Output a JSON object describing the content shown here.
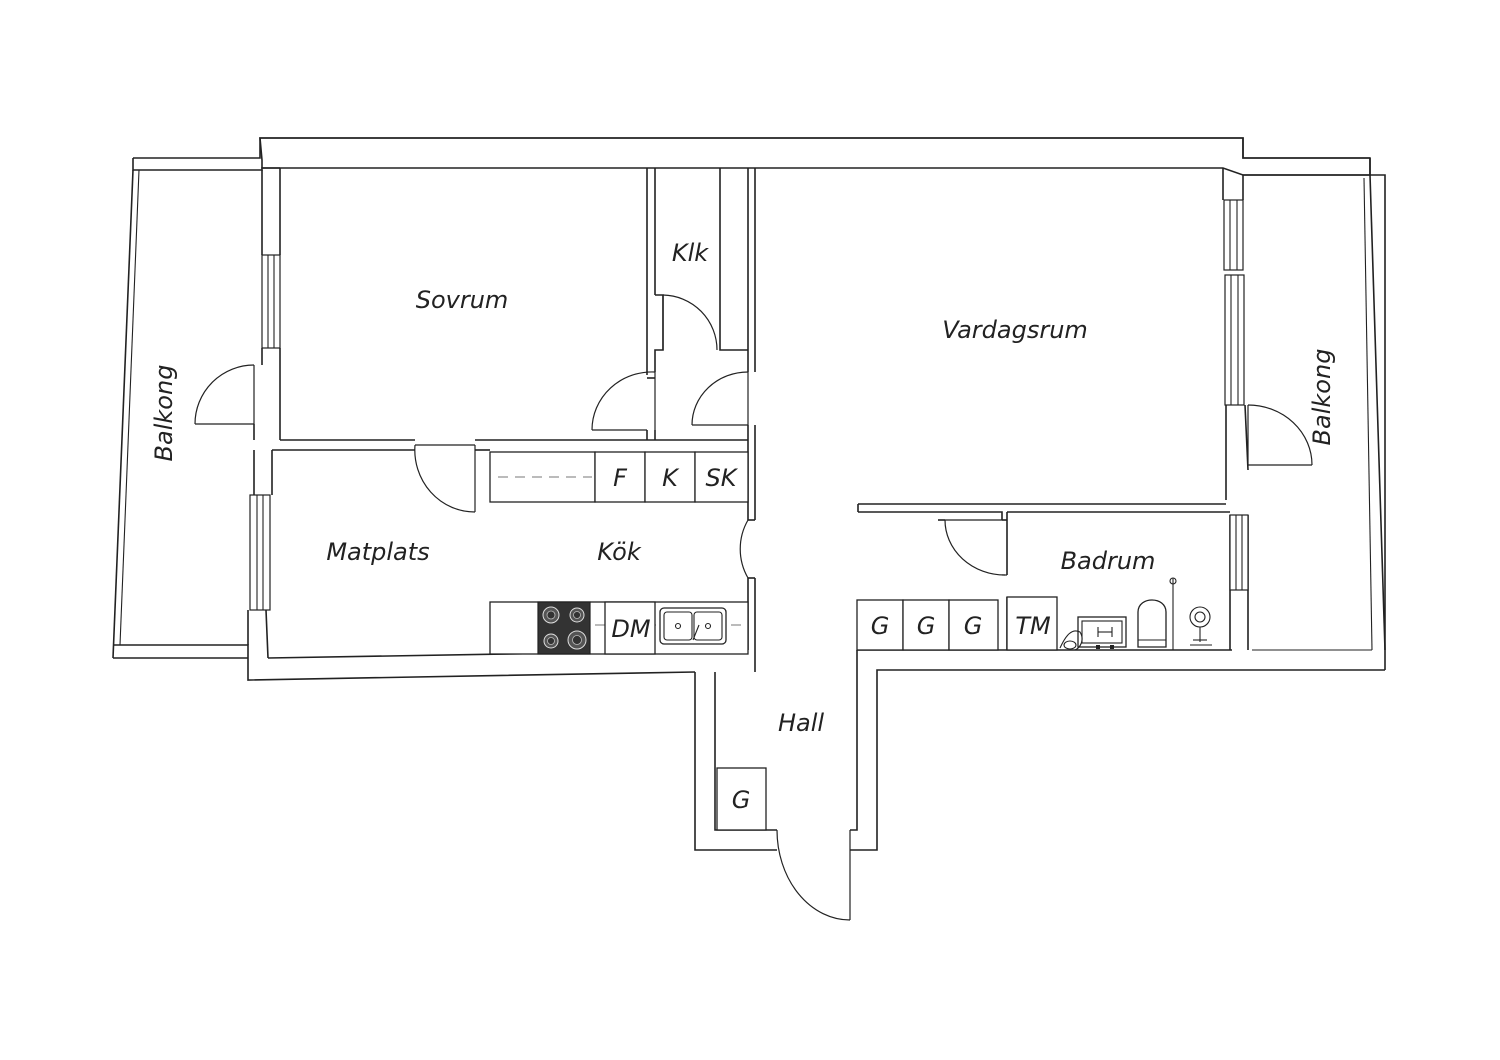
{
  "rooms": {
    "balkong_left": "Balkong",
    "sovrum": "Sovrum",
    "klk": "Klk",
    "vardagsrum": "Vardagsrum",
    "balkong_right": "Balkong",
    "matplats": "Matplats",
    "kok": "Kök",
    "badrum": "Badrum",
    "hall": "Hall"
  },
  "fixtures": {
    "fridge": "F",
    "kitchen_cabinet": "K",
    "broom_closet": "SK",
    "dishwasher": "DM",
    "wardrobe_1": "G",
    "wardrobe_2": "G",
    "wardrobe_3": "G",
    "washer": "TM",
    "hall_wardrobe": "G"
  },
  "icons": {
    "stove": "stove-icon",
    "sink": "sink-icon",
    "bathtub": "bathtub-icon",
    "toilet": "toilet-icon",
    "washbasin": "washbasin-icon"
  },
  "colors": {
    "line": "#222222",
    "stove": "#333333",
    "background": "#ffffff"
  }
}
